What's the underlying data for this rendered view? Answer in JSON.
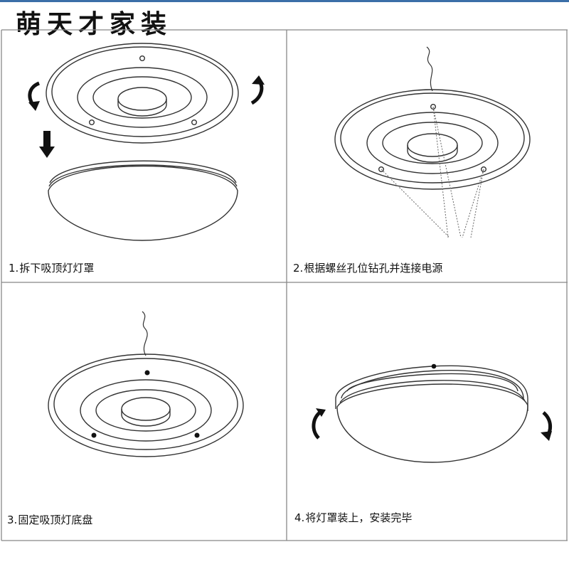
{
  "brand": {
    "name": "萌天才家装"
  },
  "steps": [
    {
      "number": "1.",
      "text": "拆下吸顶灯灯罩"
    },
    {
      "number": "2.",
      "text": "根据螺丝孔位钻孔并连接电源"
    },
    {
      "number": "3.",
      "text": "固定吸顶灯底盘"
    },
    {
      "number": "4.",
      "text": "将灯罩装上，安装完毕"
    }
  ],
  "icons": {
    "rotate_left": "rotate-counterclockwise-arrow",
    "rotate_right": "rotate-clockwise-arrow",
    "down": "down-arrow"
  },
  "colors": {
    "line": "#333333",
    "background": "#ffffff",
    "top_strip": "#3b6fa8"
  }
}
